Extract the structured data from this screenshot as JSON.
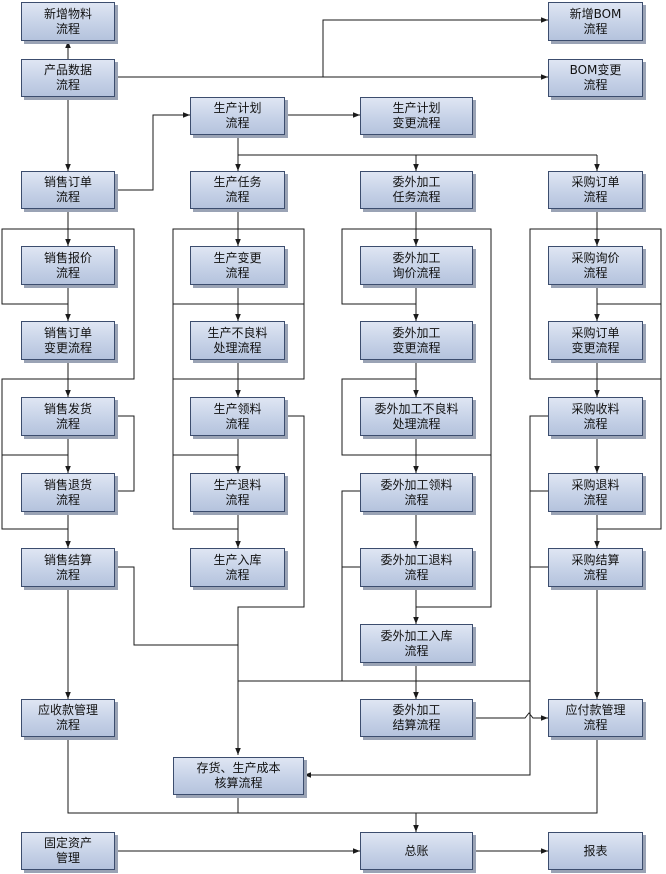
{
  "nodes": {
    "new_material": "新增物料\n流程",
    "product_data": "产品数据\n流程",
    "new_bom": "新增BOM\n流程",
    "bom_change": "BOM变更\n流程",
    "production_plan": "生产计划\n流程",
    "production_plan_change": "生产计划\n变更流程",
    "sales_order": "销售订单\n流程",
    "production_task": "生产任务\n流程",
    "outsource_task": "委外加工\n任务流程",
    "purchase_order": "采购订单\n流程",
    "sales_quote": "销售报价\n流程",
    "production_change": "生产变更\n流程",
    "outsource_inquiry": "委外加工\n询价流程",
    "purchase_inquiry": "采购询价\n流程",
    "sales_order_change": "销售订单\n变更流程",
    "production_defect": "生产不良料\n处理流程",
    "outsource_change": "委外加工\n变更流程",
    "purchase_order_change": "采购订单\n变更流程",
    "sales_delivery": "销售发货\n流程",
    "production_pick": "生产领料\n流程",
    "outsource_defect": "委外加工不良料\n处理流程",
    "purchase_receive": "采购收料\n流程",
    "sales_return": "销售退货\n流程",
    "production_return": "生产退料\n流程",
    "outsource_pick": "委外加工领料\n流程",
    "purchase_return": "采购退料\n流程",
    "sales_settle": "销售结算\n流程",
    "production_inbound": "生产入库\n流程",
    "outsource_return": "委外加工退料\n流程",
    "purchase_settle": "采购结算\n流程",
    "outsource_inbound": "委外加工入库\n流程",
    "receivable": "应收款管理\n流程",
    "outsource_settle": "委外加工\n结算流程",
    "payable": "应付款管理\n流程",
    "inventory_cost": "存货、生产成本\n核算流程",
    "fixed_assets": "固定资产\n管理",
    "general_ledger": "总账",
    "reports": "报表"
  },
  "colors": {
    "line": "#1a1a1a",
    "box_border": "#3c4d6e"
  }
}
